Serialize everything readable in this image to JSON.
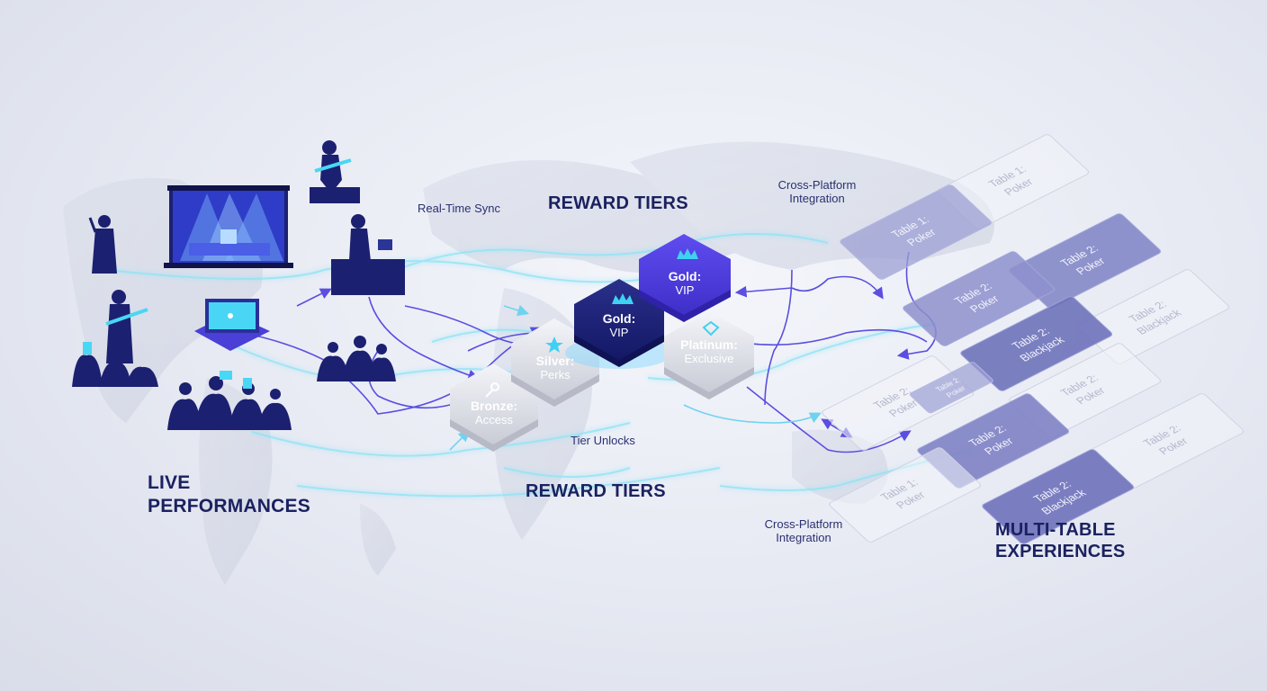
{
  "labels": {
    "live_performances_line1": "LIVE",
    "live_performances_line2": "PERFORMANCES",
    "reward_tiers_top": "REWARD TIERS",
    "reward_tiers_bottom": "REWARD TIERS",
    "multi_table_line1": "MULTI-TABLE",
    "multi_table_line2": "EXPERIENCES",
    "real_time_sync": "Real-Time Sync",
    "tier_unlocks": "Tier Unlocks",
    "cross_platform_top_line1": "Cross-Platform",
    "cross_platform_top_line2": "Integration",
    "cross_platform_bottom_line1": "Cross-Platform",
    "cross_platform_bottom_line2": "Integration"
  },
  "tiers": [
    {
      "name": "Bronze:",
      "detail": "Access"
    },
    {
      "name": "Silver:",
      "detail": "Perks"
    },
    {
      "name": "Gold:",
      "detail": "VIP"
    },
    {
      "name": "Gold:",
      "detail": "VIP"
    },
    {
      "name": "Platinum:",
      "detail": "Exclusive"
    }
  ],
  "tables": [
    {
      "line1": "Table 1:",
      "line2": "Poker"
    },
    {
      "line1": "Table 1:",
      "line2": "Poker"
    },
    {
      "line1": "Table 2:",
      "line2": "Poker"
    },
    {
      "line1": "Table 2:",
      "line2": "Poker"
    },
    {
      "line1": "Table 2:",
      "line2": "Blackjack"
    },
    {
      "line1": "Table 2:",
      "line2": "Blackjack"
    },
    {
      "line1": "Table 2:",
      "line2": "Poker"
    },
    {
      "line1": "Table 2:",
      "line2": "Poker"
    },
    {
      "line1": "Table 2:",
      "line2": "Poker"
    },
    {
      "line1": "Table 2:",
      "line2": "Poker"
    },
    {
      "line1": "Table 1:",
      "line2": "Poker"
    },
    {
      "line1": "Table 2:",
      "line2": "Blackjack"
    },
    {
      "line1": "Table 2:",
      "line2": "Poker"
    }
  ],
  "colors": {
    "navy": "#1b2160",
    "accent_purple": "#5b4ee0",
    "accent_cyan": "#38d6f5",
    "table_dark": "#8a8dc8",
    "table_light": "#eef0f7"
  }
}
